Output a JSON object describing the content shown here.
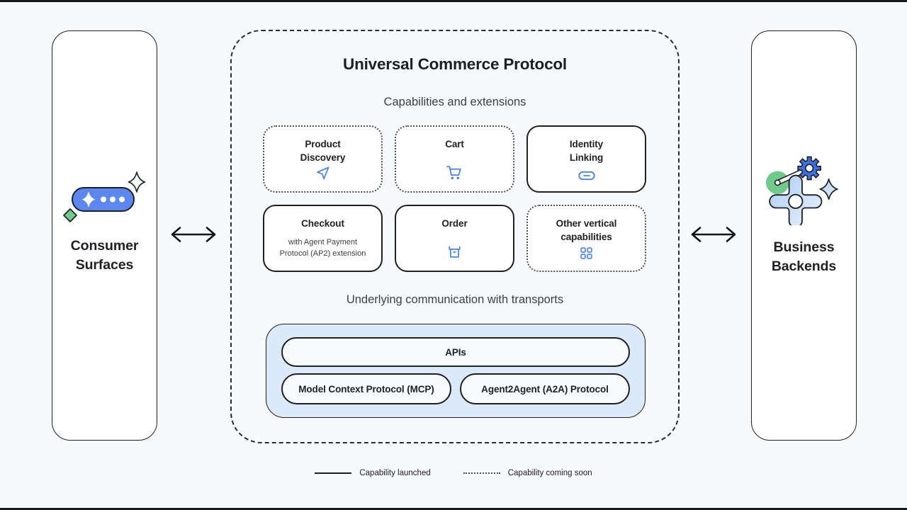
{
  "left_panel": {
    "label": "Consumer\nSurfaces",
    "icon": "assistant-pill-sparkle-icon"
  },
  "right_panel": {
    "label": "Business\nBackends",
    "icon": "gears-sparkle-icon"
  },
  "protocol": {
    "title": "Universal Commerce Protocol",
    "capabilities_heading": "Capabilities and extensions",
    "capabilities": [
      {
        "label": "Product\nDiscovery",
        "icon": "navigation-arrow-icon",
        "status": "coming-soon"
      },
      {
        "label": "Cart",
        "icon": "shopping-cart-icon",
        "status": "coming-soon"
      },
      {
        "label": "Identity\nLinking",
        "icon": "link-icon",
        "status": "launched"
      },
      {
        "label": "Checkout",
        "sublabel": "with Agent Payment\nProtocol (AP2) extension",
        "status": "launched"
      },
      {
        "label": "Order",
        "icon": "order-box-icon",
        "status": "launched"
      },
      {
        "label": "Other vertical\ncapabilities",
        "icon": "grid-icon",
        "status": "coming-soon"
      }
    ],
    "transports_heading": "Underlying communication with transports",
    "transports": {
      "apis": "APIs",
      "mcp": "Model Context Protocol (MCP)",
      "a2a": "Agent2Agent (A2A) Protocol"
    }
  },
  "legend": {
    "launched": "Capability launched",
    "coming_soon": "Capability coming soon"
  },
  "colors": {
    "background": "#f8f9fa",
    "ink": "#1f2023",
    "accent_blue": "#4d80e9",
    "pill_blue": "#5b87ee",
    "gear_blue": "#3e6fde",
    "green": "#6fca8b",
    "transport_panel_blue": "#dbe9f9"
  }
}
